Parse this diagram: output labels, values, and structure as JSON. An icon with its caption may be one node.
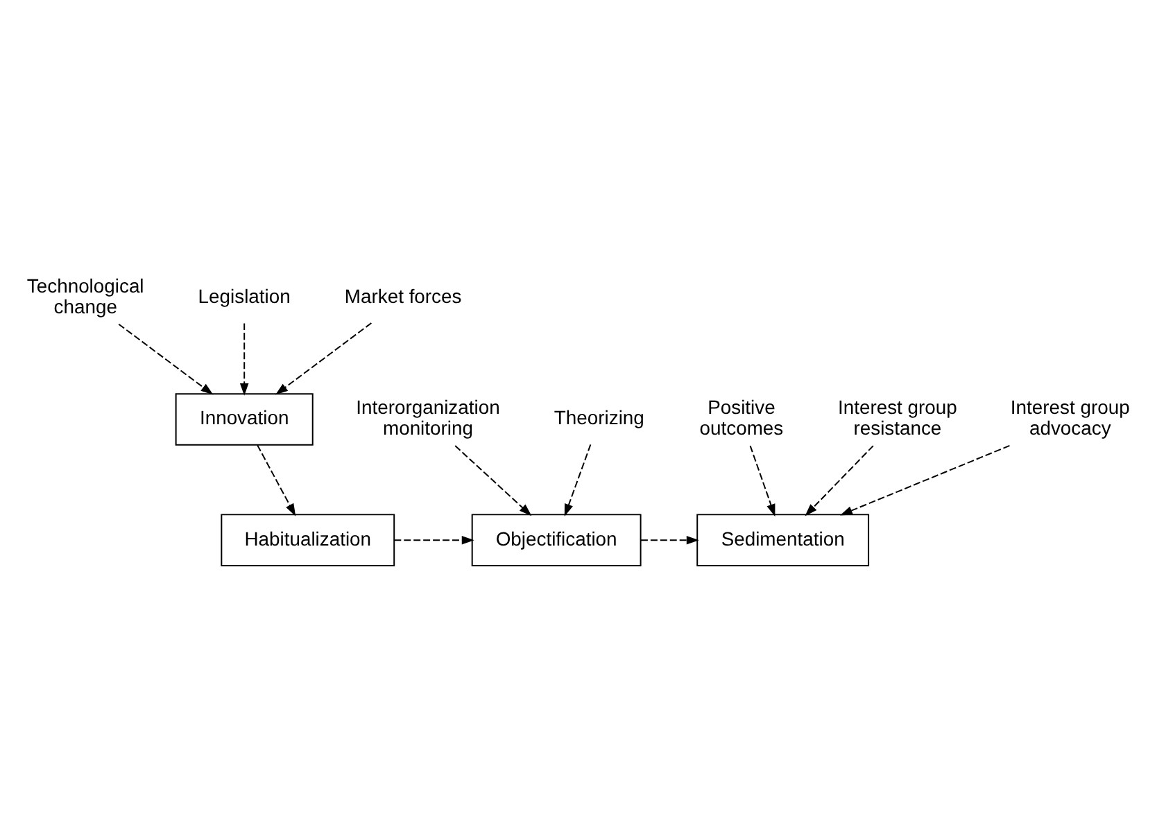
{
  "diagram": {
    "nodes": [
      {
        "text": [
          "Technological change"
        ]
      },
      {
        "text": [
          "Legislation"
        ]
      },
      {
        "text": [
          "Market forces"
        ]
      },
      {
        "text": [
          "Innovation"
        ]
      },
      {
        "text": [
          "Habitualization"
        ]
      },
      {
        "text": [
          "Objectification"
        ]
      },
      {
        "text": [
          "Sedimentation"
        ]
      },
      {
        "text": [
          "Interorganization monitoring"
        ]
      },
      {
        "text": [
          "Theorizing"
        ]
      },
      {
        "text": [
          "Positive outcomes"
        ]
      },
      {
        "text": [
          "Interest group resistance"
        ]
      },
      {
        "text": [
          "Interest group advocacy"
        ]
      }
    ],
    "edges": [
      {
        "from": 0,
        "to": 3,
        "arrow": "to",
        "style": "dashed"
      },
      {
        "from": 1,
        "to": 3,
        "arrow": "to",
        "style": "dashed"
      },
      {
        "from": 2,
        "to": 3,
        "arrow": "to",
        "style": "dashed"
      },
      {
        "from": 3,
        "to": 4,
        "arrow": "to",
        "style": "dashed"
      },
      {
        "from": 4,
        "to": 5,
        "arrow": "to",
        "style": "dashed"
      },
      {
        "from": 5,
        "to": 6,
        "arrow": "to",
        "style": "dashed"
      },
      {
        "from": 7,
        "to": 5,
        "arrow": "to",
        "style": "dashed"
      },
      {
        "from": 8,
        "to": 5,
        "arrow": "to",
        "style": "dashed"
      },
      {
        "from": 9,
        "to": 6,
        "arrow": "to",
        "style": "dashed"
      },
      {
        "from": 10,
        "to": 6,
        "arrow": "to",
        "style": "dashed"
      },
      {
        "from": 11,
        "to": 6,
        "arrow": "to",
        "style": "dashed"
      }
    ]
  }
}
